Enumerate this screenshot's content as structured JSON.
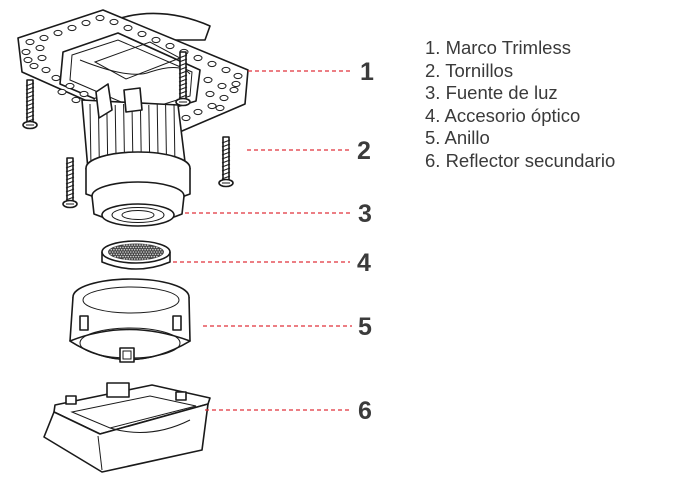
{
  "callouts": [
    "1",
    "2",
    "3",
    "4",
    "5",
    "6"
  ],
  "legend": [
    "1. Marco Trimless",
    "2. Tornillos",
    "3. Fuente de luz",
    "4. Accesorio óptico",
    "5. Anillo",
    "6. Reflector secundario"
  ],
  "colors": {
    "leader_line": "#e0303a",
    "callout_text": "#3b3b3b",
    "legend_text": "#3a3a3a",
    "outline": "#1a1a1a"
  }
}
